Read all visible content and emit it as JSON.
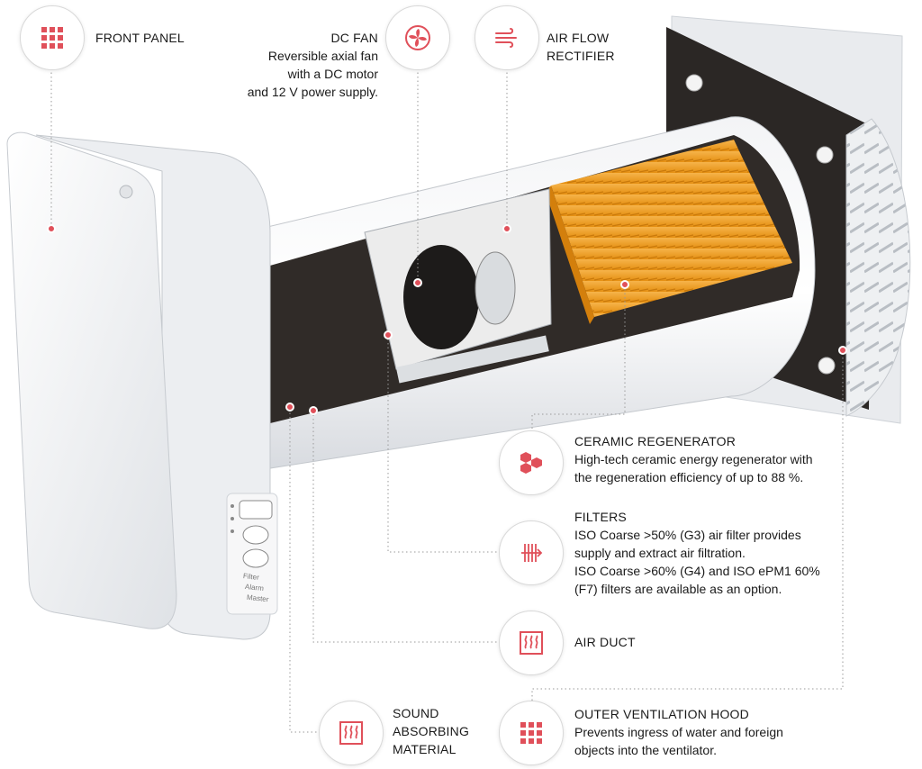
{
  "accent_color": "#e0505a",
  "callouts": {
    "front_panel": {
      "title": "FRONT PANEL",
      "icon": "grid-icon"
    },
    "dc_fan": {
      "title": "DC FAN",
      "desc": [
        "Reversible axial fan",
        "with a DC motor",
        "and 12 V power supply."
      ],
      "icon": "fan-icon"
    },
    "air_flow": {
      "title": [
        "AIR FLOW",
        "RECTIFIER"
      ],
      "icon": "airflow-icon"
    },
    "ceramic": {
      "title": "CERAMIC REGENERATOR",
      "desc": [
        "High-tech ceramic energy regenerator with",
        "the regeneration efficiency of up to 88 %."
      ],
      "icon": "hexagon-icon"
    },
    "filters": {
      "title": "FILTERS",
      "desc": [
        "ISO Coarse >50% (G3) air filter provides",
        "supply and extract air filtration.",
        "ISO Coarse >60% (G4) and ISO ePM1 60%",
        "(F7) filters are available as an option."
      ],
      "icon": "filter-icon"
    },
    "air_duct": {
      "title": "AIR DUCT",
      "icon": "heat-waves-icon"
    },
    "sound": {
      "title": [
        "SOUND",
        "ABSORBING",
        "MATERIAL"
      ],
      "icon": "heat-waves-icon"
    },
    "hood": {
      "title": "OUTER VENTILATION HOOD",
      "desc": [
        "Prevents ingress of water and foreign",
        "objects into the ventilator."
      ],
      "icon": "grid-icon"
    }
  },
  "control_panel": {
    "labels": [
      "Filter",
      "Alarm",
      "Master"
    ]
  }
}
